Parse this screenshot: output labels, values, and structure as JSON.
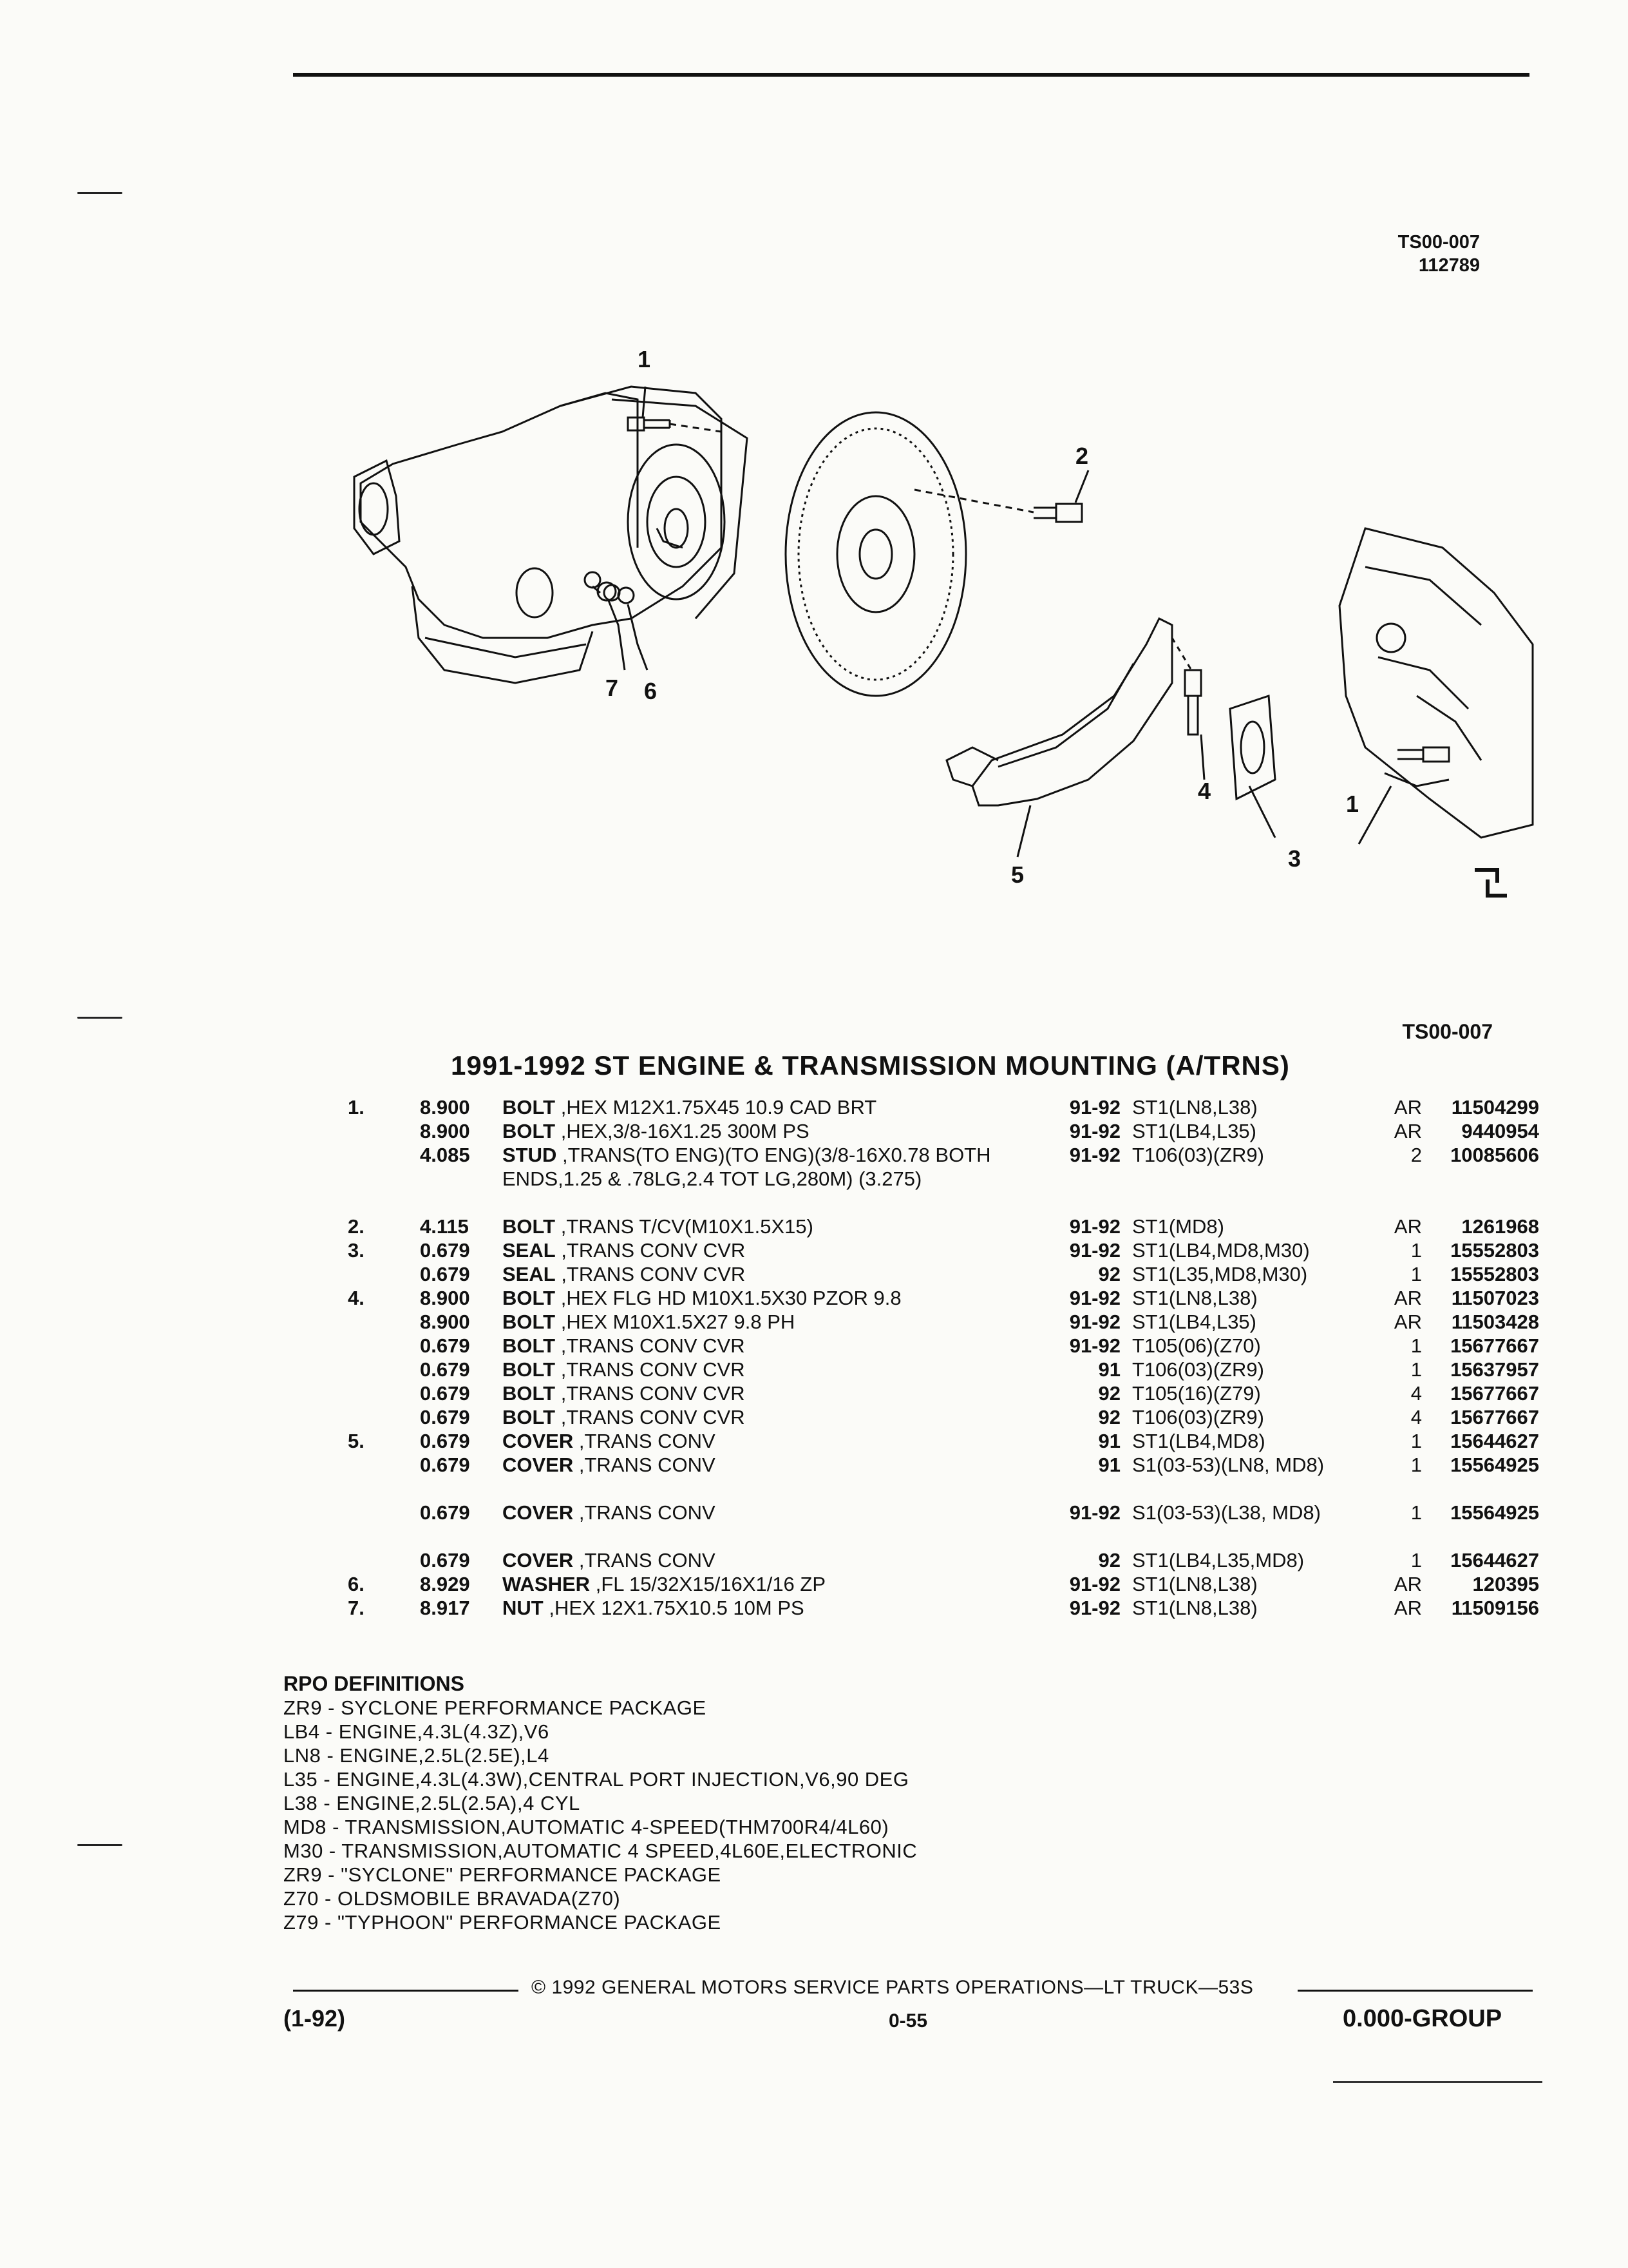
{
  "figure": {
    "code": "TS00-007",
    "number": "112789",
    "code_bottom": "TS00-007"
  },
  "callouts": [
    "1",
    "2",
    "7",
    "6",
    "4",
    "1",
    "5",
    "3"
  ],
  "title": "1991-1992 ST ENGINE & TRANSMISSION MOUNTING (A/TRNS)",
  "parts": [
    {
      "idx": "1.",
      "grp": "8.900",
      "name": "BOLT",
      "desc": ",HEX M12X1.75X45 10.9 CAD BRT",
      "yr": "91-92",
      "ser": "ST1(LN8,L38)",
      "qty": "AR",
      "part": "11504299"
    },
    {
      "idx": "",
      "grp": "8.900",
      "name": "BOLT",
      "desc": ",HEX,3/8-16X1.25 300M PS",
      "yr": "91-92",
      "ser": "ST1(LB4,L35)",
      "qty": "AR",
      "part": "9440954"
    },
    {
      "idx": "",
      "grp": "4.085",
      "name": "STUD",
      "desc": ",TRANS(TO ENG)(TO ENG)(3/8-16X0.78 BOTH ENDS,1.25 & .78LG,2.4 TOT LG,280M) (3.275)",
      "yr": "91-92",
      "ser": "T106(03)(ZR9)",
      "qty": "2",
      "part": "10085606"
    },
    {
      "idx": "2.",
      "grp": "4.115",
      "name": "BOLT",
      "desc": ",TRANS T/CV(M10X1.5X15)",
      "yr": "91-92",
      "ser": "ST1(MD8)",
      "qty": "AR",
      "part": "1261968"
    },
    {
      "idx": "3.",
      "grp": "0.679",
      "name": "SEAL",
      "desc": ",TRANS CONV CVR",
      "yr": "91-92",
      "ser": "ST1(LB4,MD8,M30)",
      "qty": "1",
      "part": "15552803"
    },
    {
      "idx": "",
      "grp": "0.679",
      "name": "SEAL",
      "desc": ",TRANS CONV CVR",
      "yr": "92",
      "ser": "ST1(L35,MD8,M30)",
      "qty": "1",
      "part": "15552803"
    },
    {
      "idx": "4.",
      "grp": "8.900",
      "name": "BOLT",
      "desc": ",HEX FLG HD M10X1.5X30 PZOR 9.8",
      "yr": "91-92",
      "ser": "ST1(LN8,L38)",
      "qty": "AR",
      "part": "11507023"
    },
    {
      "idx": "",
      "grp": "8.900",
      "name": "BOLT",
      "desc": ",HEX M10X1.5X27 9.8 PH",
      "yr": "91-92",
      "ser": "ST1(LB4,L35)",
      "qty": "AR",
      "part": "11503428"
    },
    {
      "idx": "",
      "grp": "0.679",
      "name": "BOLT",
      "desc": ",TRANS CONV CVR",
      "yr": "91-92",
      "ser": "T105(06)(Z70)",
      "qty": "1",
      "part": "15677667"
    },
    {
      "idx": "",
      "grp": "0.679",
      "name": "BOLT",
      "desc": ",TRANS CONV CVR",
      "yr": "91",
      "ser": "T106(03)(ZR9)",
      "qty": "1",
      "part": "15637957"
    },
    {
      "idx": "",
      "grp": "0.679",
      "name": "BOLT",
      "desc": ",TRANS CONV CVR",
      "yr": "92",
      "ser": "T105(16)(Z79)",
      "qty": "4",
      "part": "15677667"
    },
    {
      "idx": "",
      "grp": "0.679",
      "name": "BOLT",
      "desc": ",TRANS CONV CVR",
      "yr": "92",
      "ser": "T106(03)(ZR9)",
      "qty": "4",
      "part": "15677667"
    },
    {
      "idx": "5.",
      "grp": "0.679",
      "name": "COVER",
      "desc": ",TRANS CONV",
      "yr": "91",
      "ser": "ST1(LB4,MD8)",
      "qty": "1",
      "part": "15644627"
    },
    {
      "idx": "",
      "grp": "0.679",
      "name": "COVER",
      "desc": ",TRANS CONV",
      "yr": "91",
      "ser": "S1(03-53)(LN8, MD8)",
      "qty": "1",
      "part": "15564925"
    },
    {
      "idx": "",
      "grp": "0.679",
      "name": "COVER",
      "desc": ",TRANS CONV",
      "yr": "91-92",
      "ser": "S1(03-53)(L38, MD8)",
      "qty": "1",
      "part": "15564925"
    },
    {
      "idx": "",
      "grp": "0.679",
      "name": "COVER",
      "desc": ",TRANS CONV",
      "yr": "92",
      "ser": "ST1(LB4,L35,MD8)",
      "qty": "1",
      "part": "15644627"
    },
    {
      "idx": "6.",
      "grp": "8.929",
      "name": "WASHER",
      "desc": ",FL 15/32X15/16X1/16 ZP",
      "yr": "91-92",
      "ser": "ST1(LN8,L38)",
      "qty": "AR",
      "part": "120395"
    },
    {
      "idx": "7.",
      "grp": "8.917",
      "name": "NUT",
      "desc": ",HEX 12X1.75X10.5 10M PS",
      "yr": "91-92",
      "ser": "ST1(LN8,L38)",
      "qty": "AR",
      "part": "11509156"
    }
  ],
  "rpo": {
    "heading": "RPO DEFINITIONS",
    "items": [
      "ZR9 - SYCLONE PERFORMANCE PACKAGE",
      "LB4 - ENGINE,4.3L(4.3Z),V6",
      "LN8 - ENGINE,2.5L(2.5E),L4",
      "L35 - ENGINE,4.3L(4.3W),CENTRAL PORT INJECTION,V6,90 DEG",
      "L38 - ENGINE,2.5L(2.5A),4 CYL",
      "MD8 - TRANSMISSION,AUTOMATIC 4-SPEED(THM700R4/4L60)",
      "M30 - TRANSMISSION,AUTOMATIC 4 SPEED,4L60E,ELECTRONIC",
      "ZR9 - \"SYCLONE\" PERFORMANCE PACKAGE",
      "Z70 - OLDSMOBILE BRAVADA(Z70)",
      "Z79 - \"TYPHOON\" PERFORMANCE PACKAGE"
    ]
  },
  "footer": {
    "copyright": "© 1992 GENERAL MOTORS SERVICE PARTS OPERATIONS—LT TRUCK—53S",
    "date": "(1-92)",
    "page": "0-55",
    "group": "0.000-GROUP"
  },
  "colors": {
    "ink": "#111111",
    "paper": "#fbfbf8"
  }
}
